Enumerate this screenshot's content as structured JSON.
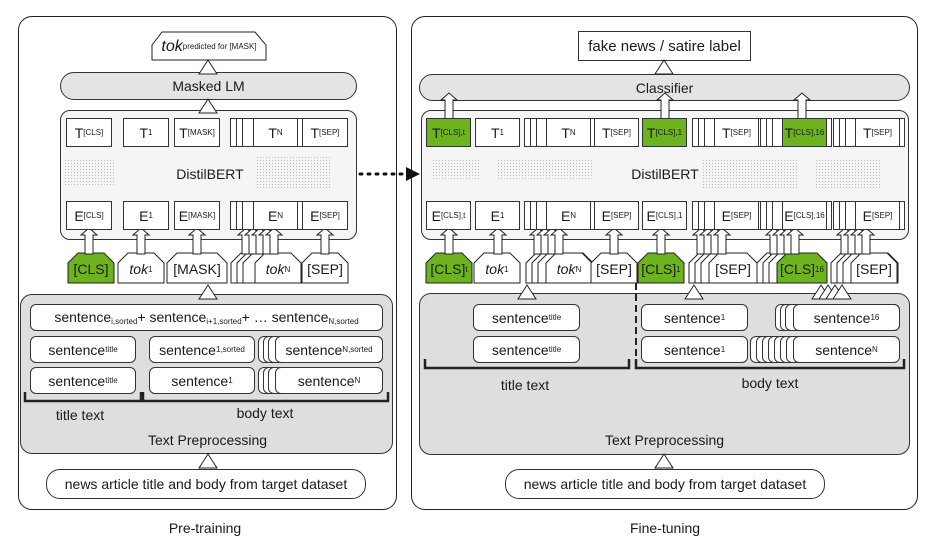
{
  "pretraining": {
    "caption": "Pre-training",
    "output": {
      "main": "tok",
      "sub": "predicted for [MASK]"
    },
    "head": "Masked LM",
    "encoder": "DistilBERT",
    "t_row": [
      {
        "main": "T",
        "sub": "[CLS]"
      },
      {
        "main": "T",
        "sub": "1"
      },
      {
        "main": "T",
        "sub": "[MASK]"
      },
      {
        "main": "T",
        "sub": "N"
      },
      {
        "main": "T",
        "sub": "[SEP]"
      }
    ],
    "e_row": [
      {
        "main": "E",
        "sub": "[CLS]"
      },
      {
        "main": "E",
        "sub": "1"
      },
      {
        "main": "E",
        "sub": "[MASK]"
      },
      {
        "main": "E",
        "sub": "N"
      },
      {
        "main": "E",
        "sub": "[SEP]"
      }
    ],
    "tokens": [
      {
        "main": "[CLS]",
        "sub": "",
        "italic": false,
        "highlight": true
      },
      {
        "main": "tok",
        "sub": "1",
        "italic": true,
        "highlight": false
      },
      {
        "main": "[MASK]",
        "sub": "",
        "italic": false,
        "highlight": false
      },
      {
        "main": "tok",
        "sub": "N",
        "italic": true,
        "highlight": false
      },
      {
        "main": "[SEP]",
        "sub": "",
        "italic": false,
        "highlight": false
      }
    ],
    "concat": {
      "parts": [
        {
          "main": "sentence",
          "sub": "i,sorted"
        },
        {
          "main": " + sentence",
          "sub": "i+1,sorted"
        },
        {
          "main": " + … sentence",
          "sub": "N,sorted"
        }
      ]
    },
    "sorted_row": [
      {
        "main": "sentence",
        "sub": "title"
      },
      {
        "main": "sentence",
        "sub": "1,sorted"
      },
      {
        "main": "sentence",
        "sub": "N,sorted"
      }
    ],
    "raw_row": [
      {
        "main": "sentence",
        "sub": "title"
      },
      {
        "main": "sentence",
        "sub": "1"
      },
      {
        "main": "sentence",
        "sub": "N"
      }
    ],
    "title_label": "title text",
    "body_label": "body text",
    "preprocessing": "Text Preprocessing",
    "input": "news article title and body from target dataset"
  },
  "finetuning": {
    "caption": "Fine-tuning",
    "output": "fake news / satire label",
    "head": "Classifier",
    "encoder": "DistilBERT",
    "t_row": [
      {
        "main": "T",
        "sub": "[CLS],t",
        "highlight": true
      },
      {
        "main": "T",
        "sub": "1",
        "highlight": false
      },
      {
        "main": "T",
        "sub": "N",
        "highlight": false
      },
      {
        "main": "T",
        "sub": "[SEP]",
        "highlight": false
      },
      {
        "main": "T",
        "sub": "[CLS],1",
        "highlight": true
      },
      {
        "main": "T",
        "sub": "[SEP]",
        "highlight": false
      },
      {
        "main": "T",
        "sub": "[CLS],16",
        "highlight": true
      },
      {
        "main": "T",
        "sub": "[SEP]",
        "highlight": false
      }
    ],
    "e_row": [
      {
        "main": "E",
        "sub": "[CLS],t"
      },
      {
        "main": "E",
        "sub": "1"
      },
      {
        "main": "E",
        "sub": "N"
      },
      {
        "main": "E",
        "sub": "[SEP]"
      },
      {
        "main": "E",
        "sub": "[CLS],1"
      },
      {
        "main": "E",
        "sub": "[SEP]"
      },
      {
        "main": "E",
        "sub": "[CLS],16"
      },
      {
        "main": "E",
        "sub": "[SEP]"
      }
    ],
    "tokens": [
      {
        "main": "[CLS]",
        "sub": "t",
        "italic": false,
        "highlight": true
      },
      {
        "main": "tok",
        "sub": "1",
        "italic": true,
        "highlight": false
      },
      {
        "main": "tok",
        "sub": "N",
        "italic": true,
        "highlight": false
      },
      {
        "main": "[SEP]",
        "sub": "",
        "italic": false,
        "highlight": false
      },
      {
        "main": "[CLS]",
        "sub": "1",
        "italic": false,
        "highlight": true
      },
      {
        "main": "[SEP]",
        "sub": "",
        "italic": false,
        "highlight": false
      },
      {
        "main": "[CLS]",
        "sub": "16",
        "italic": false,
        "highlight": true
      },
      {
        "main": "[SEP]",
        "sub": "",
        "italic": false,
        "highlight": false
      }
    ],
    "title_sentences": [
      {
        "main": "sentence",
        "sub": "title"
      },
      {
        "main": "sentence",
        "sub": "title"
      }
    ],
    "body_row1": [
      {
        "main": "sentence",
        "sub": "1"
      },
      {
        "main": "sentence",
        "sub": "16"
      }
    ],
    "body_row2": [
      {
        "main": "sentence",
        "sub": "1"
      },
      {
        "main": "sentence",
        "sub": "N"
      }
    ],
    "title_label": "title text",
    "body_label": "body text",
    "preprocessing": "Text Preprocessing",
    "input": "news article title and body from target dataset"
  },
  "colors": {
    "highlight": "#6cb31e",
    "module": "#e4e4e4",
    "preprocessing": "#dedede"
  }
}
